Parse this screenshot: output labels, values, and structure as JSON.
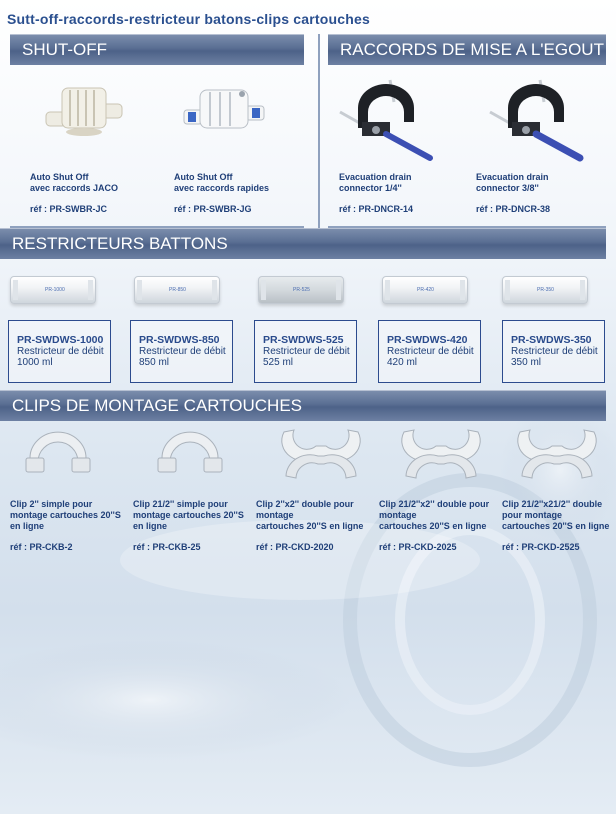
{
  "page_title": "Sutt-off-raccords-restricteur batons-clips cartouches",
  "sections": {
    "shutoff": "SHUT-OFF",
    "raccords": "RACCORDS DE MISE A L'EGOUT",
    "restricteurs": "RESTRICTEURS BATTONS",
    "clips": "CLIPS DE MONTAGE CARTOUCHES"
  },
  "top_products": [
    {
      "l1": "Auto Shut Off",
      "l2": "avec raccords JACO",
      "ref": "réf :  PR-SWBR-JC"
    },
    {
      "l1": "Auto Shut Off",
      "l2": "avec raccords rapides",
      "ref": "réf :  PR-SWBR-JG"
    },
    {
      "l1": "Evacuation drain",
      "l2": "connector 1/4''",
      "ref": "réf :  PR-DNCR-14"
    },
    {
      "l1": "Evacuation drain",
      "l2": "connector 3/8''",
      "ref": "réf :  PR-DNCR-38"
    }
  ],
  "restrictors": [
    {
      "code": "PR-SWDWS-1000",
      "d1": "Restricteur de débit",
      "d2": "1000 ml",
      "img_label": "PR-1000"
    },
    {
      "code": "PR-SWDWS-850",
      "d1": "Restricteur de débit",
      "d2": "850 ml",
      "img_label": "PR-850"
    },
    {
      "code": "PR-SWDWS-525",
      "d1": "Restricteur de débit",
      "d2": "525 ml",
      "img_label": "PR-525"
    },
    {
      "code": "PR-SWDWS-420",
      "d1": "Restricteur de débit",
      "d2": "420 ml",
      "img_label": "PR-420"
    },
    {
      "code": "PR-SWDWS-350",
      "d1": "Restricteur de débit",
      "d2": "350 ml",
      "img_label": "PR-350"
    }
  ],
  "clips": [
    {
      "l1": "Clip 2'' simple pour",
      "l2": "montage cartouches 20''S",
      "l3": "en ligne",
      "ref": "réf :  PR-CKB-2"
    },
    {
      "l1": "Clip 21/2'' simple pour",
      "l2": "montage cartouches 20''S",
      "l3": "en ligne",
      "ref": "réf :  PR-CKB-25"
    },
    {
      "l1": "Clip 2''x2'' double pour",
      "l2": "montage",
      "l3": "cartouches 20''S en ligne",
      "ref": "réf :  PR-CKD-2020"
    },
    {
      "l1": "Clip 21/2''x2'' double pour",
      "l2": "montage",
      "l3": "cartouches 20''S en ligne",
      "ref": "réf :  PR-CKD-2025"
    },
    {
      "l1": "Clip 21/2''x21/2'' double",
      "l2": "pour montage",
      "l3": "cartouches 20''S en ligne",
      "ref": "réf :  PR-CKD-2525"
    }
  ],
  "colors": {
    "accent": "#2a4f8f",
    "bar": "#5a6f93"
  }
}
